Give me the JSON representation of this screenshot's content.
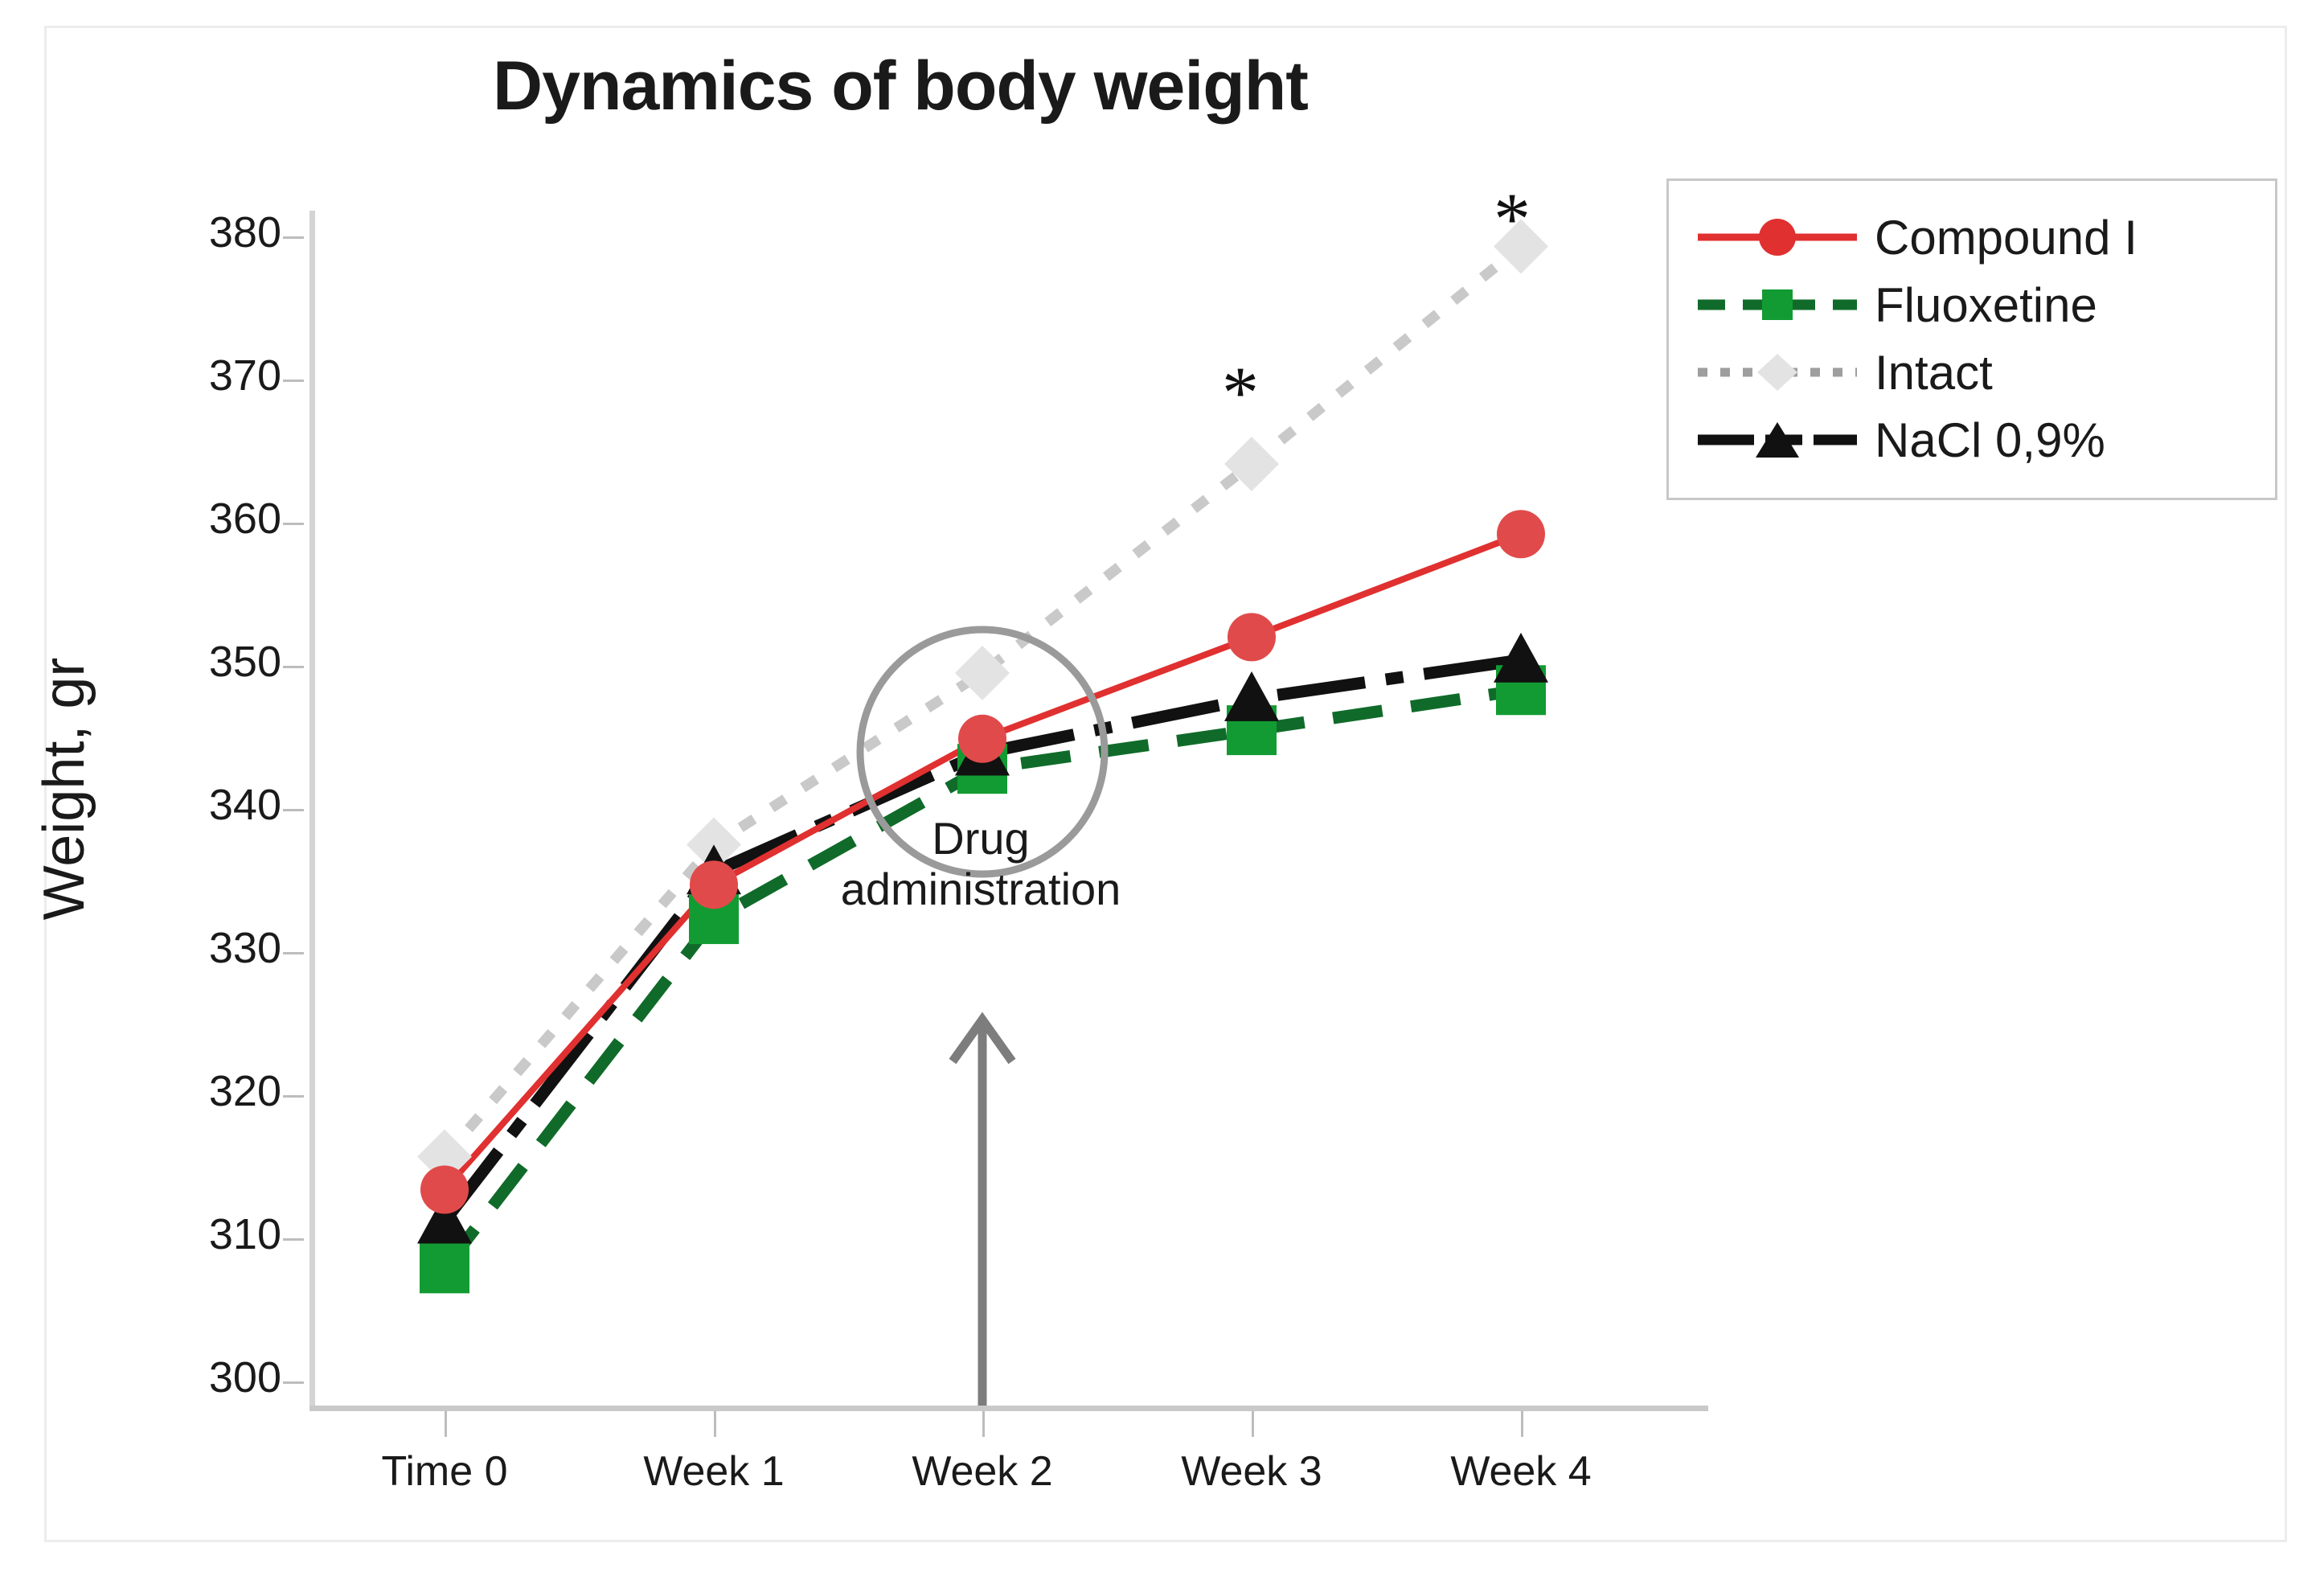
{
  "chart_data": {
    "type": "line",
    "title": "Dynamics of body weight",
    "xlabel": "",
    "ylabel": "Weight, gr",
    "categories": [
      "Time 0",
      "Week 1",
      "Week 2",
      "Week 3",
      "Week 4"
    ],
    "ylim": [
      300,
      380
    ],
    "yticks": [
      300,
      310,
      320,
      330,
      340,
      350,
      360,
      370,
      380
    ],
    "grid": false,
    "legend_position": "top-right",
    "series": [
      {
        "name": "Compound I",
        "color": "#e03030",
        "line_style": "solid",
        "marker": "circle",
        "values": [
          313.4,
          334.7,
          344.9,
          352.0,
          359.2
        ]
      },
      {
        "name": "Fluoxetine",
        "color": "#106b2a",
        "line_style": "dashed",
        "marker": "square",
        "values": [
          307.9,
          332.3,
          342.8,
          345.5,
          348.3
        ]
      },
      {
        "name": "Intact",
        "color": "#c9c9c9",
        "line_style": "dotted",
        "marker": "diamond",
        "values": [
          315.7,
          337.5,
          349.5,
          364.1,
          379.3
        ]
      },
      {
        "name": "NaCl 0,9%",
        "color": "#111111",
        "line_style": "dashdot",
        "marker": "triangle",
        "values": [
          311.2,
          335.6,
          343.9,
          347.7,
          350.4
        ]
      }
    ],
    "annotations": [
      {
        "name": "drug-administration",
        "text_line1": "Drug",
        "text_line2": "administration",
        "marker": "circle-highlight-at-week2",
        "arrow": "up-arrow-from-x-axis-at-week2"
      },
      {
        "name": "significance-star-week3",
        "text": "*",
        "at": "Week 3",
        "series": "Intact"
      },
      {
        "name": "significance-star-week4",
        "text": "*",
        "at": "Week 4",
        "series": "Intact"
      }
    ]
  },
  "colors": {
    "compound_i": "#e03030",
    "fluoxetine": "#106b2a",
    "intact": "#c9c9c9",
    "nacl": "#111111",
    "axis": "#c9c9c9",
    "annotation": "#8c8c8c"
  }
}
